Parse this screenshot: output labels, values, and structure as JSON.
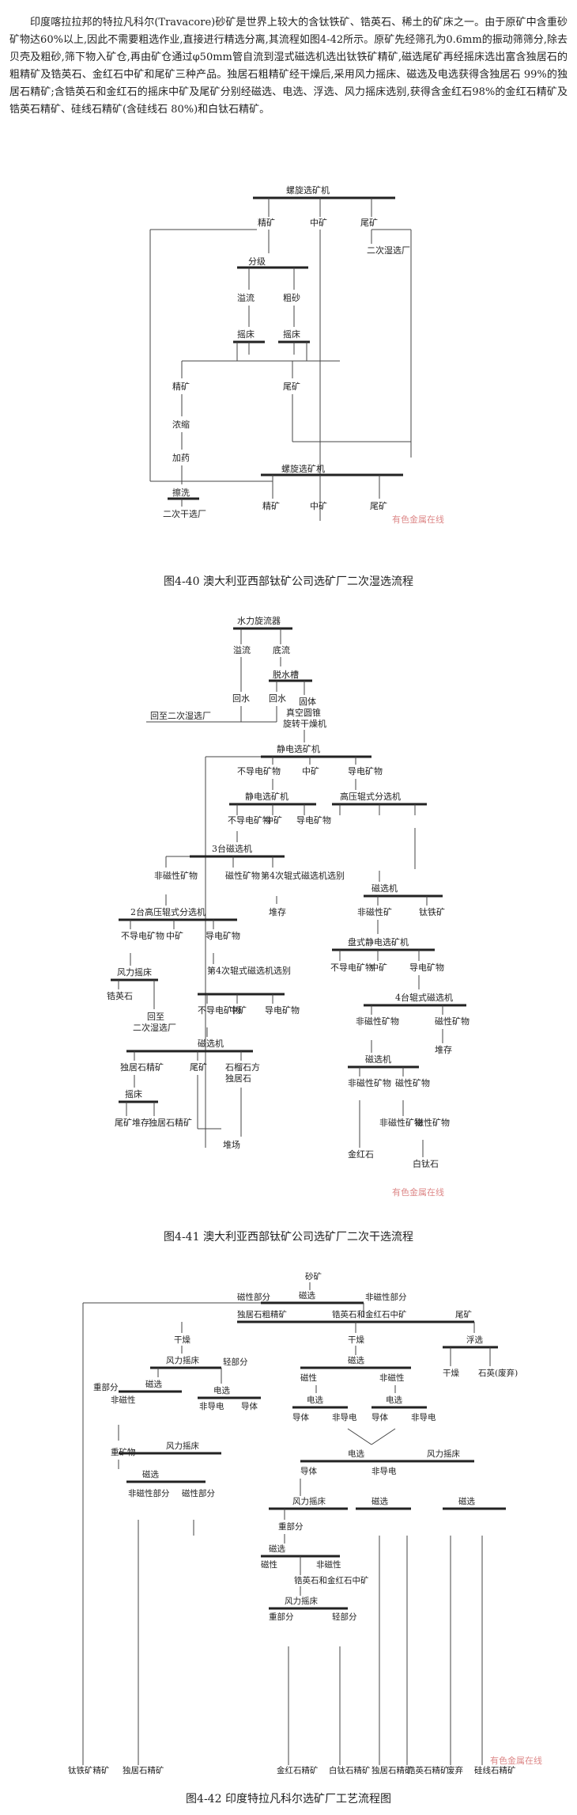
{
  "intro": "印度喀拉拉邦的特拉凡科尔(Travacore)砂矿是世界上较大的含钛铁矿、锆英石、稀土的矿床之一。由于原矿中含重砂矿物达60%以上,因此不需要粗选作业,直接进行精选分离,其流程如图4-42所示。原矿先经筛孔为0.6mm的振动筛筛分,除去贝壳及粗砂,筛下物入矿仓,再由矿仓通过φ50mm管自流到湿式磁选机选出钛铁矿精矿,磁选尾矿再经摇床选出富含独居石的粗精矿及锆英石、金红石中矿和尾矿三种产品。独居石粗精矿经干燥后,采用风力摇床、磁选及电选获得含独居石 99%的独居石精矿;含锆英石和金红石的摇床中矿及尾矿分别经磁选、电选、浮选、风力摇床选别,获得含金红石98%的金红石精矿及锆英石精矿、硅线石精矿(含硅线石 80%)和白钛石精矿。",
  "fig40": {
    "caption": "图4-40 澳大利亚西部钛矿公司选矿厂二次湿选流程",
    "watermark": "有色金属在线",
    "labels": {
      "spiral1": "螺旋选矿机",
      "conc1": "精矿",
      "mid1": "中矿",
      "tail1": "尾矿",
      "second_wet": "二次湿选厂",
      "classify": "分级",
      "overflow": "溢流",
      "coarse": "粗砂",
      "table_a": "摇床",
      "table_b": "摇床",
      "conc2": "精矿",
      "tail2": "尾矿",
      "thicken": "浓缩",
      "reagent": "加药",
      "scrub": "擦洗",
      "second_dry": "二次干选厂",
      "spiral2": "螺旋选矿机",
      "conc3": "精矿",
      "mid3": "中矿",
      "tail3": "尾矿"
    }
  },
  "fig41": {
    "caption": "图4-41 澳大利亚西部钛矿公司选矿厂二次干选流程",
    "watermark": "有色金属在线",
    "labels": {
      "hydro": "水力旋流器",
      "overflow": "溢流",
      "underflow": "底流",
      "dewater": "脱水槽",
      "return1": "回水",
      "return2": "回水",
      "solid": "固体",
      "dryer1": "真空圆锥",
      "dryer2": "旋转干燥机",
      "to_wet": "回至二次湿选厂",
      "electro1": "静电选矿机",
      "nonconductor": "不导电矿物",
      "mid_a": "中矿",
      "conductor": "导电矿物",
      "electro2": "静电选矿机",
      "hitension": "高压辊式分选机",
      "mag3": "3台磁选机",
      "nonmag1": "非磁性矿物",
      "mag1": "磁性矿物",
      "fourth1": "第4次辊式磁选机选别",
      "stock1": "堆存",
      "magsep": "磁选机",
      "nonmag_a": "非磁性矿",
      "ilmenite": "钛铁矿",
      "disc": "盘式静电选矿机",
      "hiten2": "2台高压辊式分选机",
      "air_table": "风力摇床",
      "zircon": "锆英石",
      "return3": "回至",
      "second_dry": "二次湿选厂",
      "fourth2": "第4次辊式磁选机选别",
      "mag4": "4台辊式磁选机",
      "stock2": "堆存",
      "magsep2": "磁选机",
      "monazite": "独居石精矿",
      "tail_a": "尾矿",
      "garnet": "石榴石方",
      "monazite2": "独居石",
      "table": "摇床",
      "stock_tail": "尾矿堆存",
      "monazite_conc": "独居石精矿",
      "dump": "堆场",
      "rutile": "金红石",
      "leucoxene": "白钛石"
    }
  },
  "fig42": {
    "caption": "图4-42 印度特拉凡科尔选矿厂工艺流程图",
    "watermark": "有色金属在线",
    "labels": {
      "sand": "砂矿",
      "magsep": "磁选",
      "magpart": "磁性部分",
      "nonmagpart": "非磁性部分",
      "monazite_rough": "独居石粗精矿",
      "zircon_rutile_mid": "锆英石和金红石中矿",
      "tail": "尾矿",
      "dry1": "干燥",
      "dry2": "干燥",
      "airtable": "风力摇床",
      "light": "轻部分",
      "float": "浮选",
      "quartz": "石英(废弃)",
      "magsep2": "磁选",
      "electro": "电选",
      "nonmag": "非磁性",
      "nonconductor": "非导电",
      "conductor": "导体",
      "heavy": "重部分",
      "heavyminerals": "重矿物",
      "mag": "磁性",
      "dry3": "干燥",
      "ilmenite_conc": "钛铁矿精矿",
      "monazite_conc": "独居石精矿",
      "rutile_conc": "金红石精矿",
      "leucoxene_conc": "白钛石精矿",
      "monazite_conc2": "独居石精矿",
      "zircon_conc": "锆英石精矿",
      "waste": "废弃",
      "sillimanite_conc": "硅线石精矿"
    }
  }
}
